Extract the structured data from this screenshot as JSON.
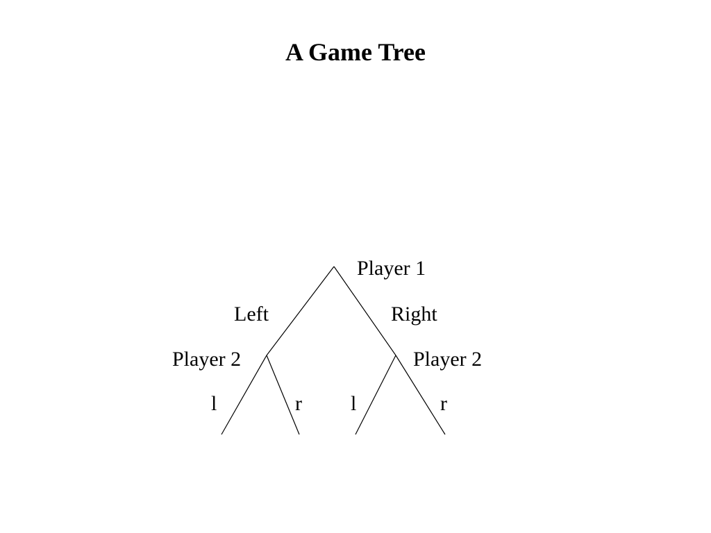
{
  "title": "A Game Tree",
  "tree": {
    "root_label": "Player 1",
    "root_moves": [
      "Left",
      "Right"
    ],
    "left_node_label": "Player 2",
    "right_node_label": "Player 2",
    "left_node_moves": [
      "l",
      "r"
    ],
    "right_node_moves": [
      "l",
      "r"
    ]
  },
  "colors": {
    "background": "#ffffff",
    "ink": "#000000"
  }
}
